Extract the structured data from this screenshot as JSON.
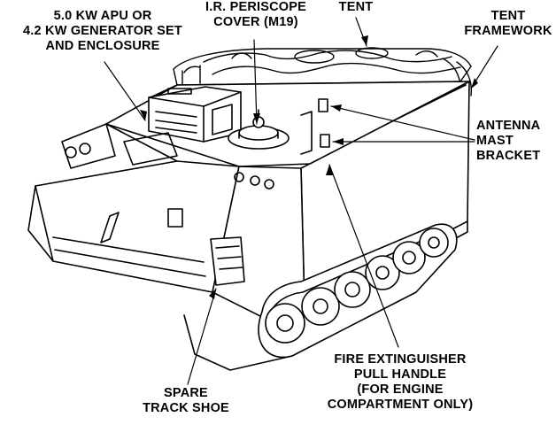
{
  "labels": {
    "apu": [
      "5.0 KW APU OR",
      "4.2 KW GENERATOR SET",
      "AND ENCLOSURE"
    ],
    "periscope": [
      "I.R. PERISCOPE",
      "COVER (M19)"
    ],
    "tent": [
      "TENT"
    ],
    "framework": [
      "TENT",
      "FRAMEWORK"
    ],
    "antenna": [
      "ANTENNA",
      "MAST",
      "BRACKET"
    ],
    "extinguisher": [
      "FIRE EXTINGUISHER",
      "PULL HANDLE",
      "(FOR ENGINE",
      "COMPARTMENT ONLY)"
    ],
    "spare": [
      "SPARE",
      "TRACK SHOE"
    ]
  },
  "colors": {
    "ink": "#000000",
    "paper": "#ffffff"
  }
}
